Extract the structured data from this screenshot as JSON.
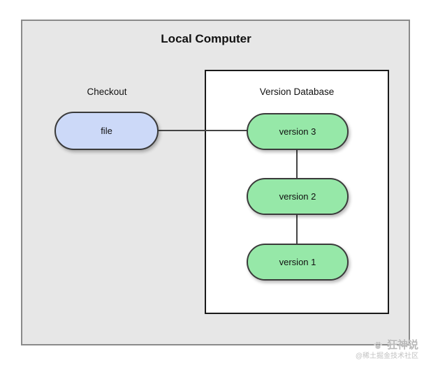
{
  "diagram": {
    "title": "Local Computer",
    "checkout": {
      "label": "Checkout",
      "file_label": "file"
    },
    "version_database": {
      "label": "Version Database",
      "versions": [
        "version 3",
        "version 2",
        "version 1"
      ]
    },
    "colors": {
      "outer_background": "#e7e7e7",
      "outer_border": "#8a8a8a",
      "db_box_background": "#ffffff",
      "db_box_border": "#1a1a1a",
      "file_fill": "#ccd9f8",
      "version_fill": "#96e8a8",
      "node_border": "#3a3a3a",
      "connector": "#444444"
    }
  },
  "watermark": {
    "icon": "paw-icon",
    "brand": "狂神说",
    "community": "@稀土掘金技术社区"
  }
}
